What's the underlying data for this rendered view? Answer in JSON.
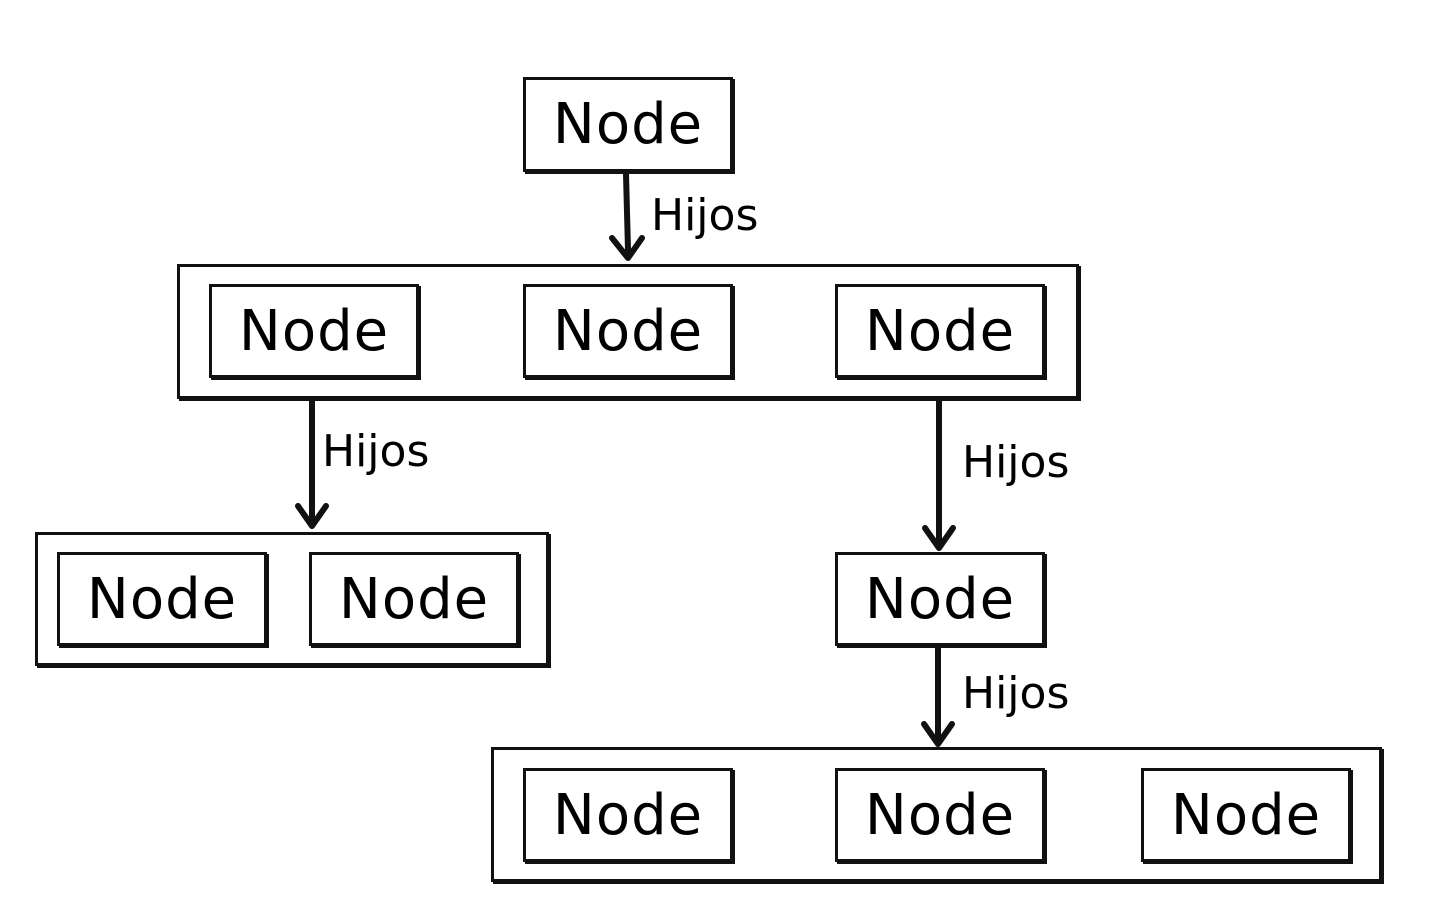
{
  "diagram": {
    "root_node": {
      "label": "Node"
    },
    "level1": {
      "nodes": [
        {
          "label": "Node"
        },
        {
          "label": "Node"
        },
        {
          "label": "Node"
        }
      ]
    },
    "level2_left": {
      "nodes": [
        {
          "label": "Node"
        },
        {
          "label": "Node"
        }
      ]
    },
    "level2_right_node": {
      "label": "Node"
    },
    "level3": {
      "nodes": [
        {
          "label": "Node"
        },
        {
          "label": "Node"
        },
        {
          "label": "Node"
        }
      ]
    },
    "edges": [
      {
        "label": "Hijos"
      },
      {
        "label": "Hijos"
      },
      {
        "label": "Hijos"
      },
      {
        "label": "Hijos"
      }
    ]
  }
}
